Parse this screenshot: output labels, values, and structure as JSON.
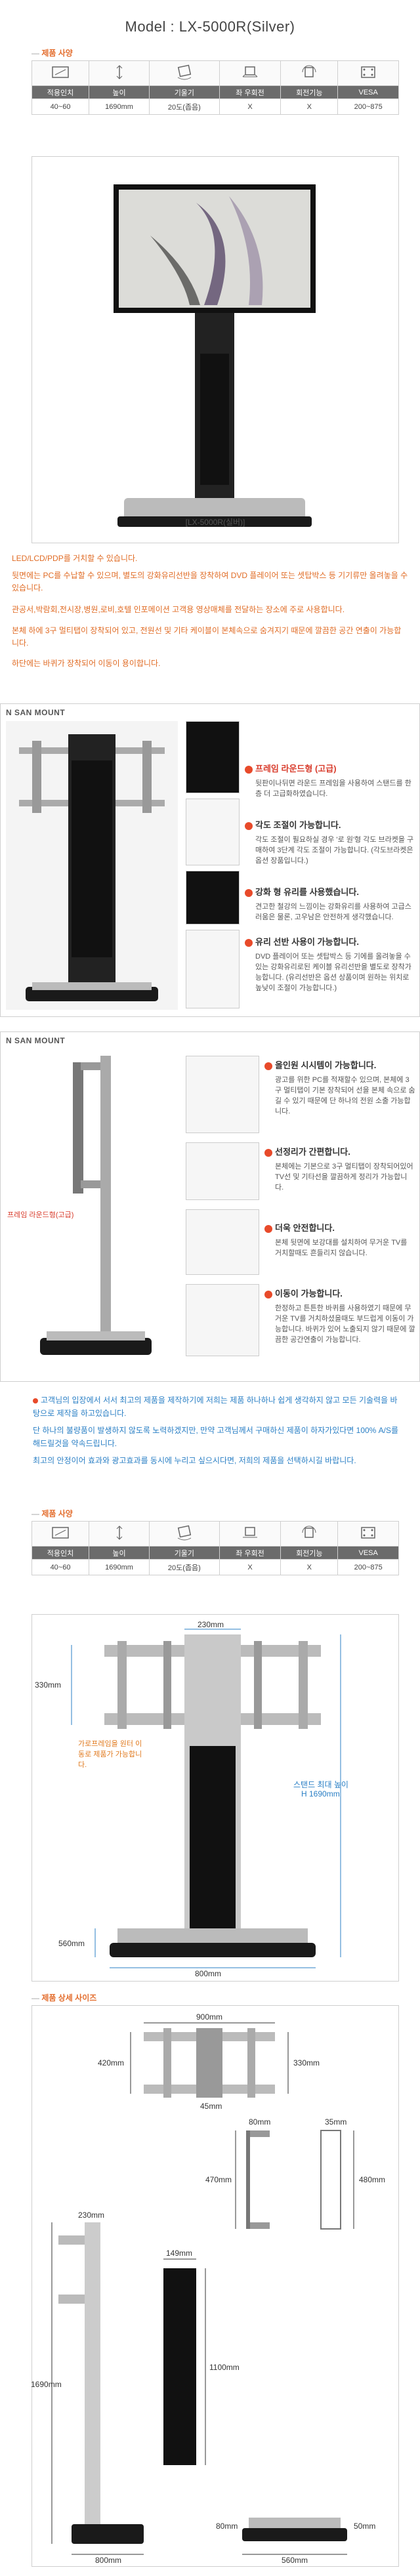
{
  "title": "Model : LX-5000R(Silver)",
  "section1": {
    "label": "제품 사양"
  },
  "spec_headers": [
    "적용인치",
    "높이",
    "기울기",
    "좌 우회전",
    "회전기능",
    "VESA"
  ],
  "spec_values": [
    "40~60",
    "1690mm",
    "20도(좁음)",
    "X",
    "X",
    "200~875"
  ],
  "spec_icons": [
    "tv-size-icon",
    "height-icon",
    "tilt-icon",
    "swivel-icon",
    "rotate-icon",
    "vesa-icon"
  ],
  "product_caption": "[LX-5000R(실버)]",
  "intro": {
    "line1": "LED/LCD/PDP를 거치할 수 있습니다.",
    "line2": "뒷면에는 PC를 수납할 수 있으며, 별도의 강화유리선반을 장착하여 DVD 플레이어 또는 셋탑박스 등 기기류만 올려놓을 수 있습니다.",
    "line3": "관공서,박람회,전시장,병원,로비,호텔 인포메이션 고객용 영상매체를 전달하는 장소에 주로 사용합니다.",
    "line4": "본체 하에 3구 멀티탭이 장착되어 있고, 전원선 및 기타 케이블이 본체속으로 숨겨지기 때문에 깔끔한 공간 연출이 가능합니다.",
    "line5": "하단에는 바퀴가 장착되어 이동이 용이합니다."
  },
  "block1": {
    "label": "N SAN MOUNT",
    "features": [
      {
        "title": "프레임 라운드형 (고급)",
        "body": "뒷판이나뒤면 라운드 프레임을 사용하여 스탠드를 한층 더 고급화하였습니다."
      },
      {
        "title": "각도 조절이 가능합니다.",
        "body": "각도 조절이 필요하실 경우 '로 원'형 각도 브라켓을 구매하여 3단계 각도 조절이 가능합니다. (각도브라켓은 옵션 장품입니다.)"
      },
      {
        "title": "강화 형 유리를 사용했습니다.",
        "body": "견고한 철강의 느낌이는 강화유리를 사용하여 고급스러움은 물론, 고우남은 안전하게 생각했습니다."
      },
      {
        "title": "유리 선반 사용이 가능합니다.",
        "body": "DVD 플레이어 또는 셋탑박스 등 기에를 올려놓을 수 있는 강화유리로된 케이블 유리선반을 별도로 장착가능합니다. (유리선반은 옵션 상품이며 원하는 위치로 높낮이 조절이 가능합니다.)"
      }
    ]
  },
  "block2": {
    "label": "N SAN MOUNT",
    "frame_label": "프레임 라운드형(고급)",
    "features": [
      {
        "title": "올인원 시시템이 가능합니다.",
        "body": "광고를 위한 PC를 적재할수 있으며, 본체에 3구 멀티탭이 기본 장착되어 선을 본체 속으로 숨길 수 있기 때문에 단 하나의 전원 소출 가능합니다."
      },
      {
        "title": "선정리가 간편합니다.",
        "body": "본체에는 기본으로 3구 멀티탭이 장착되어있어 TV선 및 기타선을 깔끔하게 정리가 가능합니다."
      },
      {
        "title": "더욱 안전합니다.",
        "body": "본체 뒷면에 보강대를 설치하여 무거운 TV를 거치할때도 흔들리지 않습니다."
      },
      {
        "title": "이동이 가능합니다.",
        "body": "한정하고 튼튼한 바퀴를 사용하였기 때문에 무거운 TV를 거치하셨을때도 부드럽게 이동이 가능합니다. 바퀴가 있어 노출되지 않기 때문에 깔끔한 공간연출이 가능합니다."
      }
    ]
  },
  "notice": {
    "line1": "고객님의 입장에서 서서 최고의 제품을 제작하기에 저희는 제품 하나하나 쉽게 생각하지 않고 모든 기술력을 바탕으로 제작을 하고있습니다.",
    "line2": "단 하나의 불량품이 발생하지 않도록 노력하겠지만, 만약 고객님께서 구매하신 제품이 하자가있다면 100% A/S를 해드릴것을 약속드립니다.",
    "line3": "최고의 안정이어 효과와 광고효과를 동시에 누리고 싶으시다면, 저희의 제품을 선택하시길 바랍니다."
  },
  "section2": {
    "label": "제품 사양"
  },
  "dims1": {
    "top": "230mm",
    "left": "330mm",
    "height_label": "스탠드 최대 높이",
    "height_value": "H 1690mm",
    "pc_note": "가로프레임을 원터 이동로 제품가 가능합니다.",
    "base_h": "560mm",
    "base_w": "800mm"
  },
  "section3": {
    "label": "제품 상세 사이즈"
  },
  "dims2": {
    "frame_w": "900mm",
    "frame_h": "420mm",
    "frame_h2": "330mm",
    "frame_mid": "45mm",
    "side_top": "80mm",
    "side_h": "470mm",
    "side_right": "35mm",
    "side_h2": "480mm",
    "mast_top": "230mm",
    "pole_w": "149mm",
    "pole_h": "1100mm",
    "total_h": "1690mm",
    "base_w": "800mm",
    "base_d": "560mm",
    "base_left": "80mm",
    "base_right": "50mm"
  }
}
